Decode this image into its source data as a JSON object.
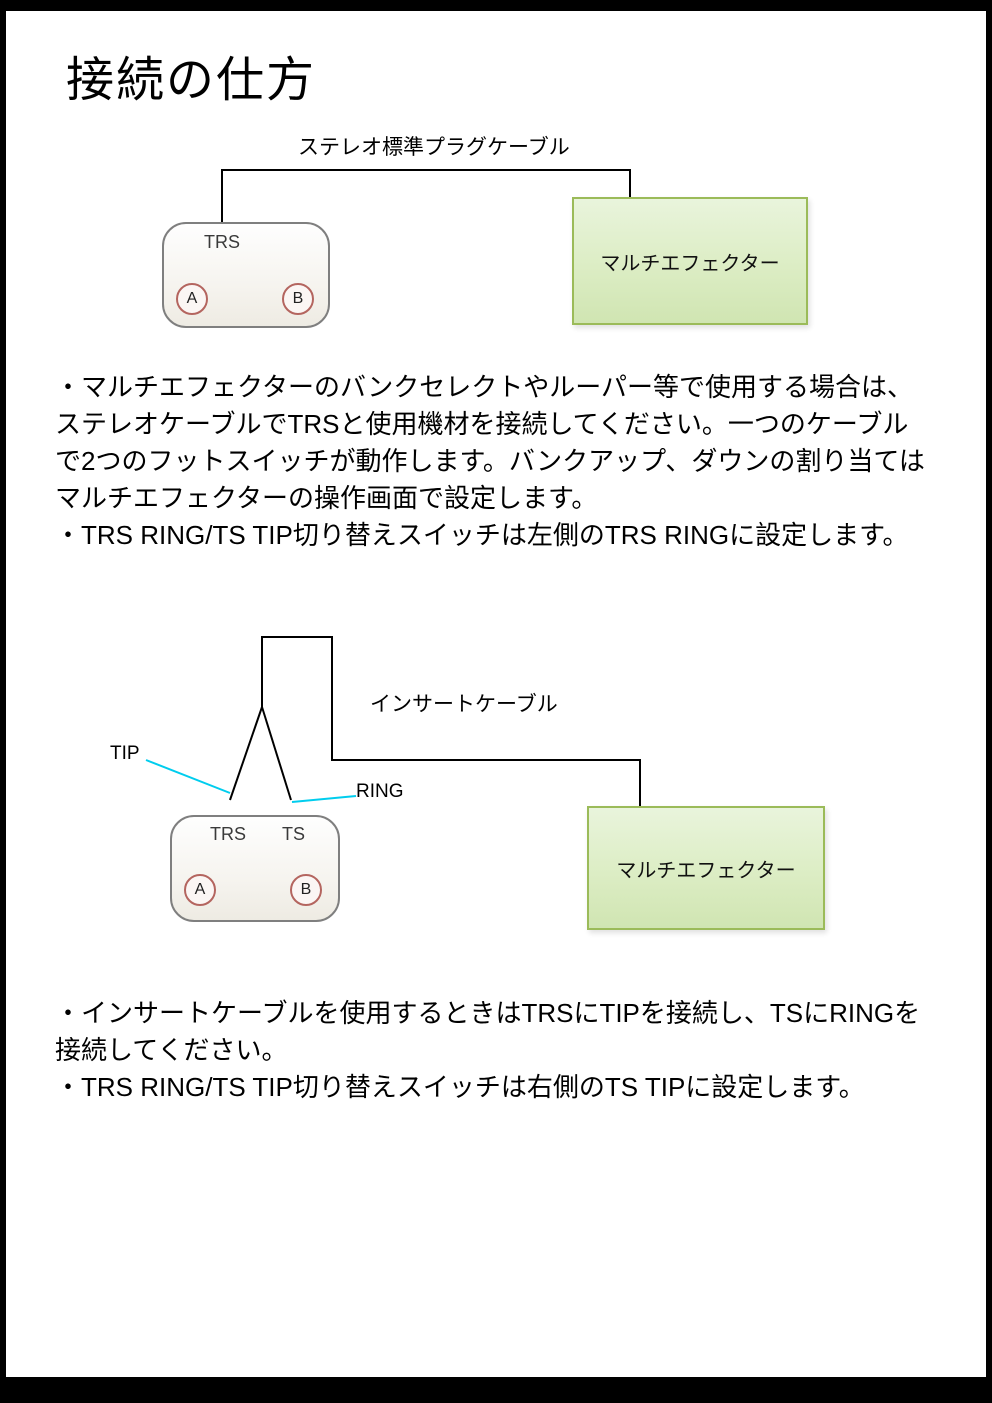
{
  "page": {
    "title": "接続の仕方"
  },
  "diagram1": {
    "cable_label": "ステレオ標準プラグケーブル",
    "pedal": {
      "jack_label": "TRS",
      "switch_a": "A",
      "switch_b": "B"
    },
    "effector_label": "マルチエフェクター"
  },
  "notes1": {
    "line1": "・マルチエフェクターのバンクセレクトやルーパー等で使用する場合は、",
    "line2": "ステレオケーブルでTRSと使用機材を接続してください。一つのケーブル",
    "line3": "で2つのフットスイッチが動作します。バンクアップ、ダウンの割り当ては",
    "line4": "マルチエフェクターの操作画面で設定します。",
    "line5": "・TRS RING/TS TIP切り替えスイッチは左側のTRS RINGに設定します。"
  },
  "diagram2": {
    "cable_label": "インサートケーブル",
    "tip_label": "TIP",
    "ring_label": "RING",
    "pedal": {
      "jack_trs": "TRS",
      "jack_ts": "TS",
      "switch_a": "A",
      "switch_b": "B"
    },
    "effector_label": "マルチエフェクター"
  },
  "notes2": {
    "line1": "・インサートケーブルを使用するときはTRSにTIPを接続し、TSにRINGを",
    "line2": "接続してください。",
    "line3": "・TRS RING/TS TIP切り替えスイッチは右側のTS TIPに設定します。"
  },
  "colors": {
    "effector_fill": "#dcedc4",
    "effector_border": "#9bbb59",
    "cable_line": "#000000",
    "pointer_line": "#00cdee",
    "switch_ring": "#b4655f"
  }
}
